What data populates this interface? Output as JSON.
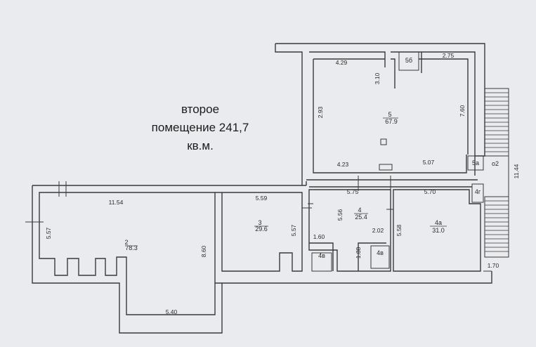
{
  "caption": {
    "line1": "второе",
    "line2": "помещение 241,7",
    "line3": "кв.м."
  },
  "rooms": [
    {
      "id": "r2",
      "number": "2",
      "area": "78.3"
    },
    {
      "id": "r3",
      "number": "3",
      "area": "29.6"
    },
    {
      "id": "r4",
      "number": "4",
      "area": "25.4"
    },
    {
      "id": "r4a",
      "number": "4а",
      "area": "31.0"
    },
    {
      "id": "r5",
      "number": "5",
      "area": "67.9"
    }
  ],
  "small_rooms": {
    "r5b": "5б",
    "r5a": "5а",
    "r4g": "4г",
    "r4v1": "4в",
    "r4v2": "4в",
    "o2": "о2"
  },
  "dimensions": {
    "d_5_57_left": "5.57",
    "d_11_54": "11.54",
    "d_8_60": "8.60",
    "d_5_40": "5.40",
    "d_5_59": "5.59",
    "d_5_57_mid": "5.57",
    "d_5_56": "5.56",
    "d_1_60": "1.60",
    "d_1_88": "1.88",
    "d_2_02": "2.02",
    "d_5_58": "5.58",
    "d_5_75": "5.75",
    "d_5_70": "5.70",
    "d_4_23": "4.23",
    "d_5_07": "5.07",
    "d_4_29": "4.29",
    "d_3_10": "3.10",
    "d_2_75": "2.75",
    "d_2_93": "2.93",
    "d_7_60": "7.60",
    "d_11_44": "11.44",
    "d_1_70": "1.70"
  }
}
